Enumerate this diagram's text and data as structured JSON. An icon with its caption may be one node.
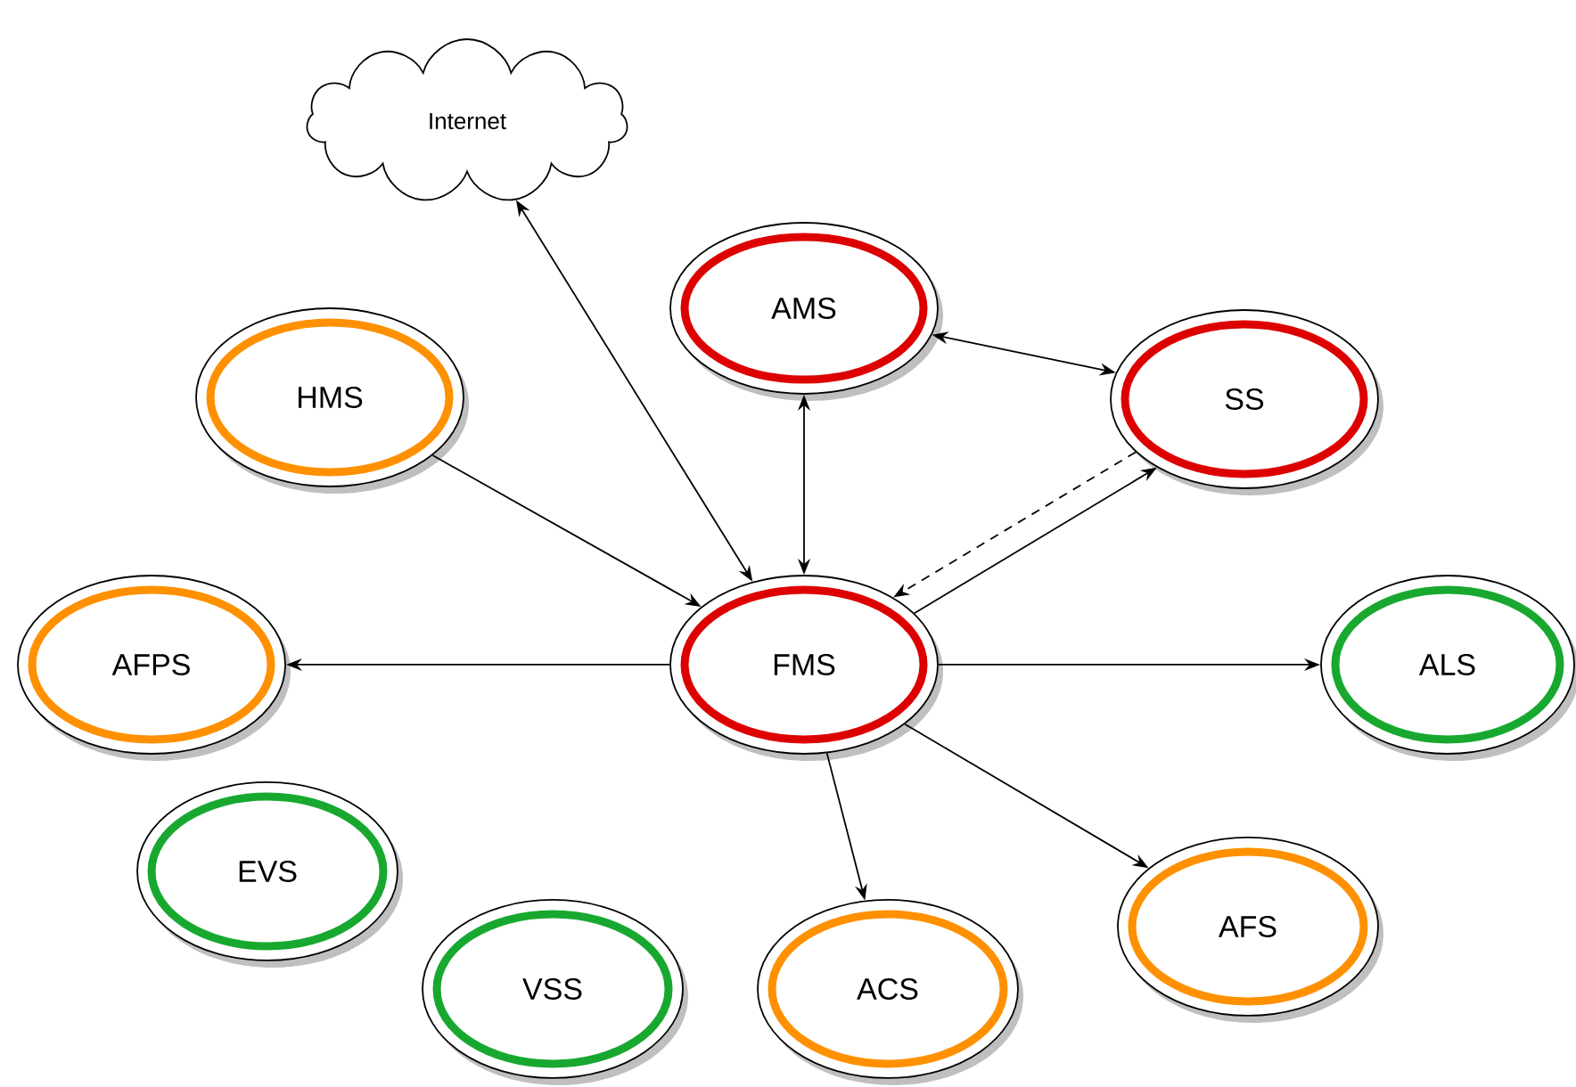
{
  "diagram": {
    "nodes": [
      {
        "text": [
          "Internet"
        ]
      },
      {
        "text": [
          "AMS"
        ]
      },
      {
        "text": [
          "HMS"
        ]
      },
      {
        "text": [
          "SS"
        ]
      },
      {
        "text": [
          "AFPS"
        ]
      },
      {
        "text": [
          "FMS"
        ]
      },
      {
        "text": [
          "ALS"
        ]
      },
      {
        "text": [
          "EVS"
        ]
      },
      {
        "text": [
          "AFS"
        ]
      },
      {
        "text": [
          "VSS"
        ]
      },
      {
        "text": [
          "ACS"
        ]
      }
    ],
    "edges": [
      {
        "from": 5,
        "to": 0,
        "arrow": "both"
      },
      {
        "from": 2,
        "to": 5,
        "arrow": "to"
      },
      {
        "from": 1,
        "to": 5,
        "arrow": "both"
      },
      {
        "from": 1,
        "to": 3,
        "arrow": "both"
      },
      {
        "from": 5,
        "to": 3,
        "arrow": "to"
      },
      {
        "from": 3,
        "to": 5,
        "arrow": "to",
        "style": "dashed"
      },
      {
        "from": 5,
        "to": 4,
        "arrow": "to"
      },
      {
        "from": 5,
        "to": 6,
        "arrow": "to"
      },
      {
        "from": 5,
        "to": 10,
        "arrow": "to"
      },
      {
        "from": 5,
        "to": 8,
        "arrow": "to"
      }
    ]
  }
}
